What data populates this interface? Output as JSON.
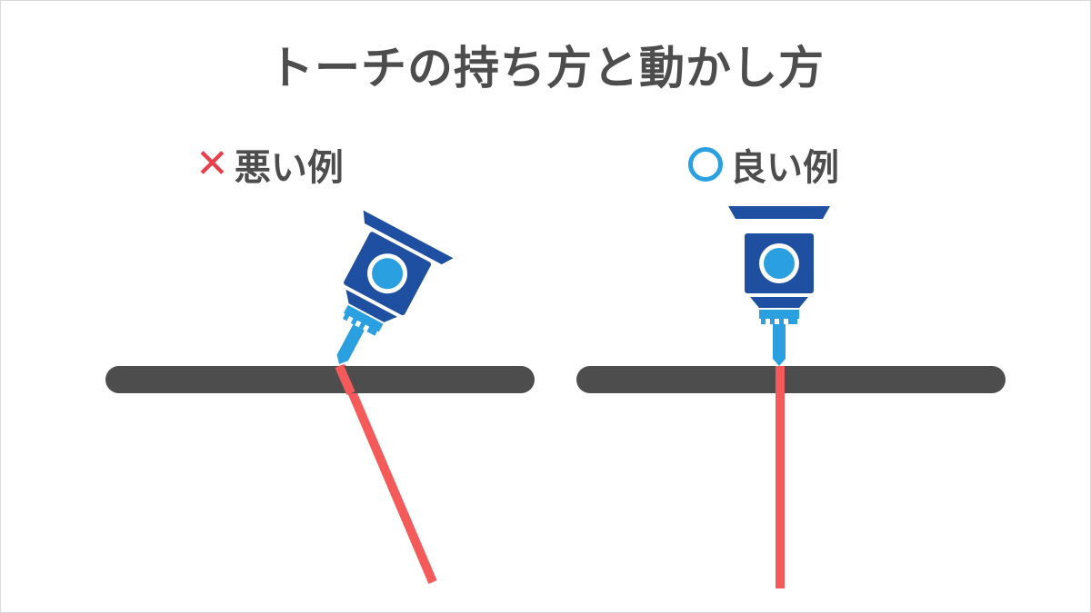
{
  "title": "トーチの持ち方と動かし方",
  "bad_example": {
    "mark": "✕",
    "label": "悪い例"
  },
  "good_example": {
    "mark": "○",
    "label": "良い例"
  },
  "colors": {
    "text": "#4d4d4d",
    "bad_mark": "#e8404a",
    "good_mark": "#2aa0e0",
    "torch_body": "#1e4fa0",
    "torch_tip": "#2aa0e0",
    "workpiece": "#4d4d4d",
    "arc_line": "#f55a5a"
  },
  "icons": [
    "torch-icon",
    "cross-mark-icon",
    "circle-mark-icon"
  ]
}
